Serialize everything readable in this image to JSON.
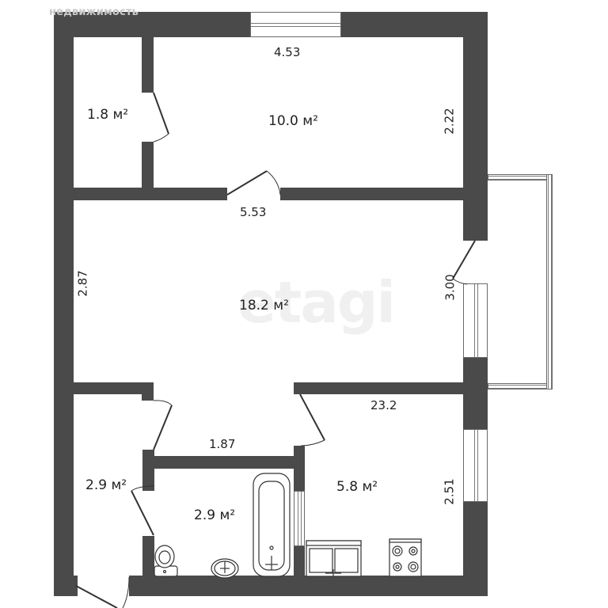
{
  "brand": {
    "text": "недвижимость",
    "watermark": "etagi"
  },
  "colors": {
    "wall": "#4a4a4a",
    "background": "#ffffff",
    "text": "#222222",
    "brand_text": "#c8c8c8"
  },
  "rooms": [
    {
      "id": "storage",
      "area": "1.8 м²"
    },
    {
      "id": "bedroom",
      "area": "10.0 м²"
    },
    {
      "id": "living-room",
      "area": "18.2 м²"
    },
    {
      "id": "hallway",
      "area": "2.9 м²"
    },
    {
      "id": "bathroom",
      "area": "2.9 м²"
    },
    {
      "id": "kitchen",
      "area": "5.8 м²"
    }
  ],
  "dimensions": {
    "bedroom_width": "4.53",
    "bedroom_depth": "2.22",
    "living_width": "5.53",
    "living_depth_left": "2.87",
    "living_depth_right": "3.00",
    "total_area": "23.2",
    "corridor_width": "1.87",
    "kitchen_depth": "2.51"
  },
  "fixtures": [
    "toilet",
    "sink",
    "bathtub",
    "kitchen-sink",
    "stove"
  ]
}
